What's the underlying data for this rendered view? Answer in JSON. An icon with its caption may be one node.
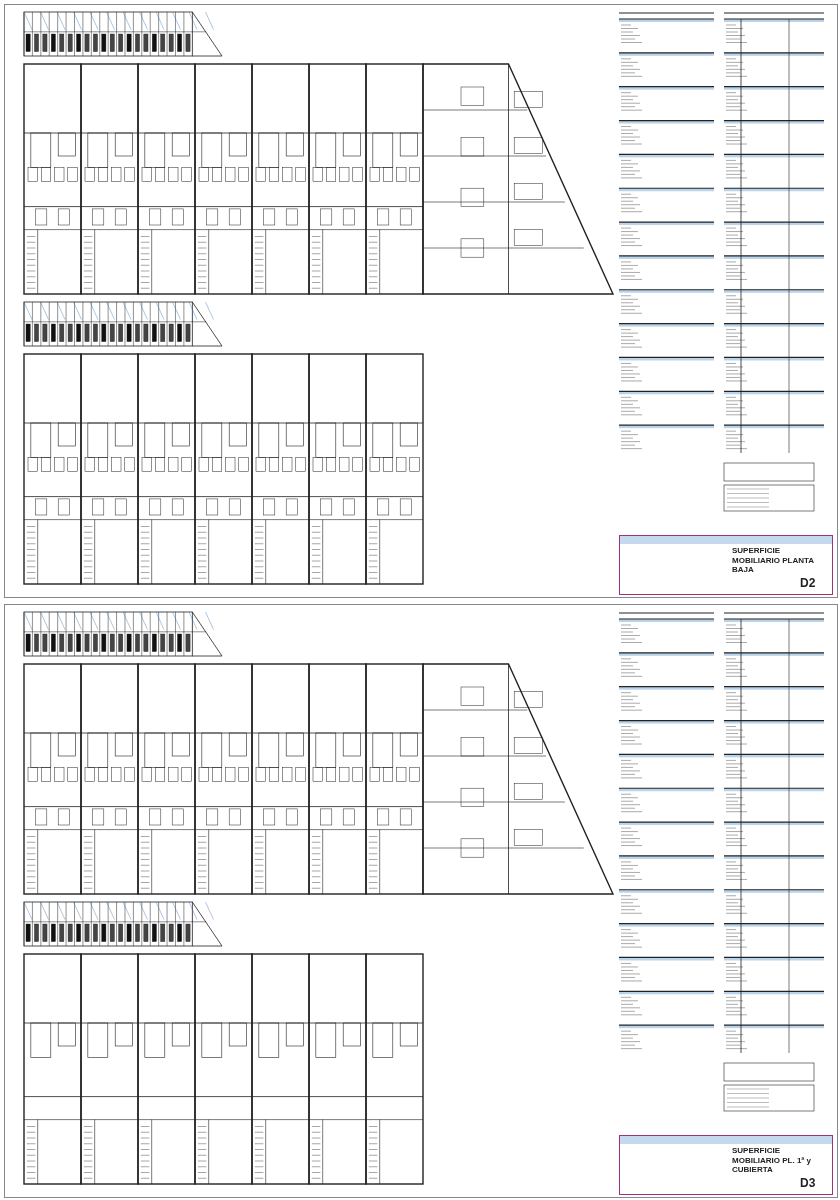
{
  "diagram": {
    "labels": [
      "SUPERFICIE MOBILIARIO PLANTA BAJA",
      "D2",
      "SUPERFICIE MOBILIARIO PL. 1ª y CUBIERTA",
      "D3"
    ]
  }
}
